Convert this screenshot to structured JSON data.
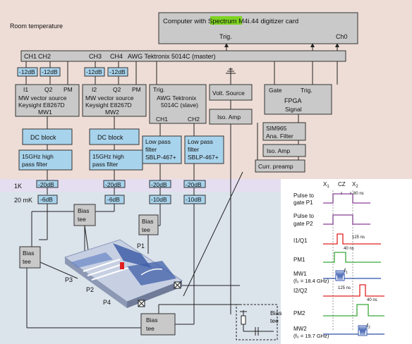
{
  "zones": {
    "room_temperature": "Room temperature",
    "one_k": "1K",
    "twenty_mk": "20 mK"
  },
  "computer": {
    "prefix": "Computer with ",
    "highlight": "Spectrum",
    "suffix": " M4i.44 digitizer card",
    "trig": "Trig.",
    "ch0": "Ch0"
  },
  "awg_master": {
    "ch1": "CH1",
    "ch2": "CH2",
    "ch3": "CH3",
    "ch4": "CH4",
    "label": "AWG Tektronix 5014C (master)"
  },
  "attenuators": {
    "m12": "-12dB",
    "m20": "-20dB",
    "m10": "-10dB",
    "m6": "-6dB"
  },
  "mw1": {
    "ports": [
      "I1",
      "Q2",
      "PM"
    ],
    "line1": "MW vector source",
    "line2": "Keysight E8267D",
    "line3": "MW1"
  },
  "mw2": {
    "ports": [
      "I2",
      "Q2",
      "PM"
    ],
    "line1": "MW vector source",
    "line2": "Keysight E8267D",
    "line3": "MW2"
  },
  "awg_slave": {
    "trig": "Trig.",
    "line1": "AWG Tektronix",
    "line2": "5014C (slave)",
    "ch1": "CH1",
    "ch2": "CH2"
  },
  "volt_source": "Volt. Source",
  "iso_amp": "Iso. Amp",
  "fpga": {
    "gate": "Gate",
    "trig": "Trig.",
    "label": "FPGA",
    "signal": "Signal"
  },
  "sim965": {
    "line1": "SIM965",
    "line2": "Ana. Filter"
  },
  "curr_preamp": "Curr. preamp",
  "dc_block": "DC block",
  "hpf": {
    "line1": "15GHz high",
    "line2": "pass filter"
  },
  "lpf": {
    "line1": "Low pass",
    "line2": "filter",
    "line3": "SBLP-467+"
  },
  "bias_tee": {
    "line1": "Bias",
    "line2": "tee"
  },
  "gates": {
    "p1": "P1",
    "p2": "P2",
    "p3": "P3",
    "p4": "P4"
  },
  "timing": {
    "x1": "X",
    "x1_sub": "1",
    "cz": "CZ",
    "x2": "X",
    "x2_sub": "2",
    "t80": "80 ns",
    "pulse_p1_line1": "Pulse to",
    "pulse_p1_line2": "gate P1",
    "pulse_p2_line1": "Pulse to",
    "pulse_p2_line2": "gate P2",
    "i1q1": "I1/Q1",
    "t125a": "125 ns",
    "t40a": "40 ns",
    "pm1": "PM1",
    "mw1": "MW1",
    "mw1_freq": "(f₀ = 18.4 GHz)",
    "i2q2": "I2/Q2",
    "t125b": "125 ns",
    "t40b": "40 ns",
    "pm2": "PM2",
    "mw2": "MW2",
    "mw2_freq": "(f₀ = 19.7 GHz)",
    "f1": "f",
    "f1_sub": "1",
    "f2": "f",
    "f2_sub": "2"
  },
  "colors": {
    "room_bg": "#eeddd6",
    "one_k_bg": "#e5def0",
    "mk_bg": "#dbe3eb",
    "instrument": "#c9c9c9",
    "component": "#a8d3ec",
    "highlight": "#7ed321",
    "pulse_purple": "#8a3d98",
    "pulse_red": "#e02020",
    "pulse_green": "#3aa83a",
    "pulse_blue": "#2a4fa8"
  }
}
